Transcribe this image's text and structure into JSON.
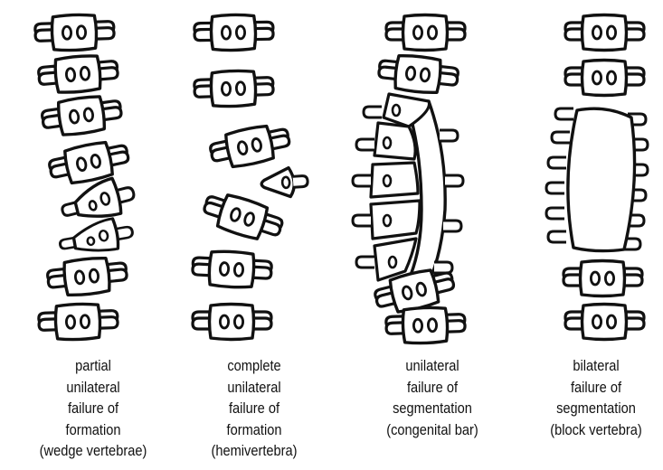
{
  "panels": [
    {
      "id": "partial-unilateral-failure-of-formation",
      "caption_lines": [
        "partial",
        "unilateral",
        "failure of",
        "formation",
        "(wedge vertebrae)"
      ]
    },
    {
      "id": "complete-unilateral-failure-of-formation",
      "caption_lines": [
        "complete",
        "unilateral",
        "failure of",
        "formation",
        "(hemivertebra)"
      ]
    },
    {
      "id": "unilateral-failure-of-segmentation",
      "caption_lines": [
        "unilateral",
        "failure of",
        "segmentation",
        "(congenital bar)"
      ]
    },
    {
      "id": "bilateral-failure-of-segmentation",
      "caption_lines": [
        "bilateral",
        "failure of",
        "segmentation",
        "(block vertebra)"
      ]
    }
  ],
  "colors": {
    "stroke": "#111111",
    "fill": "#ffffff",
    "text": "#111111"
  }
}
